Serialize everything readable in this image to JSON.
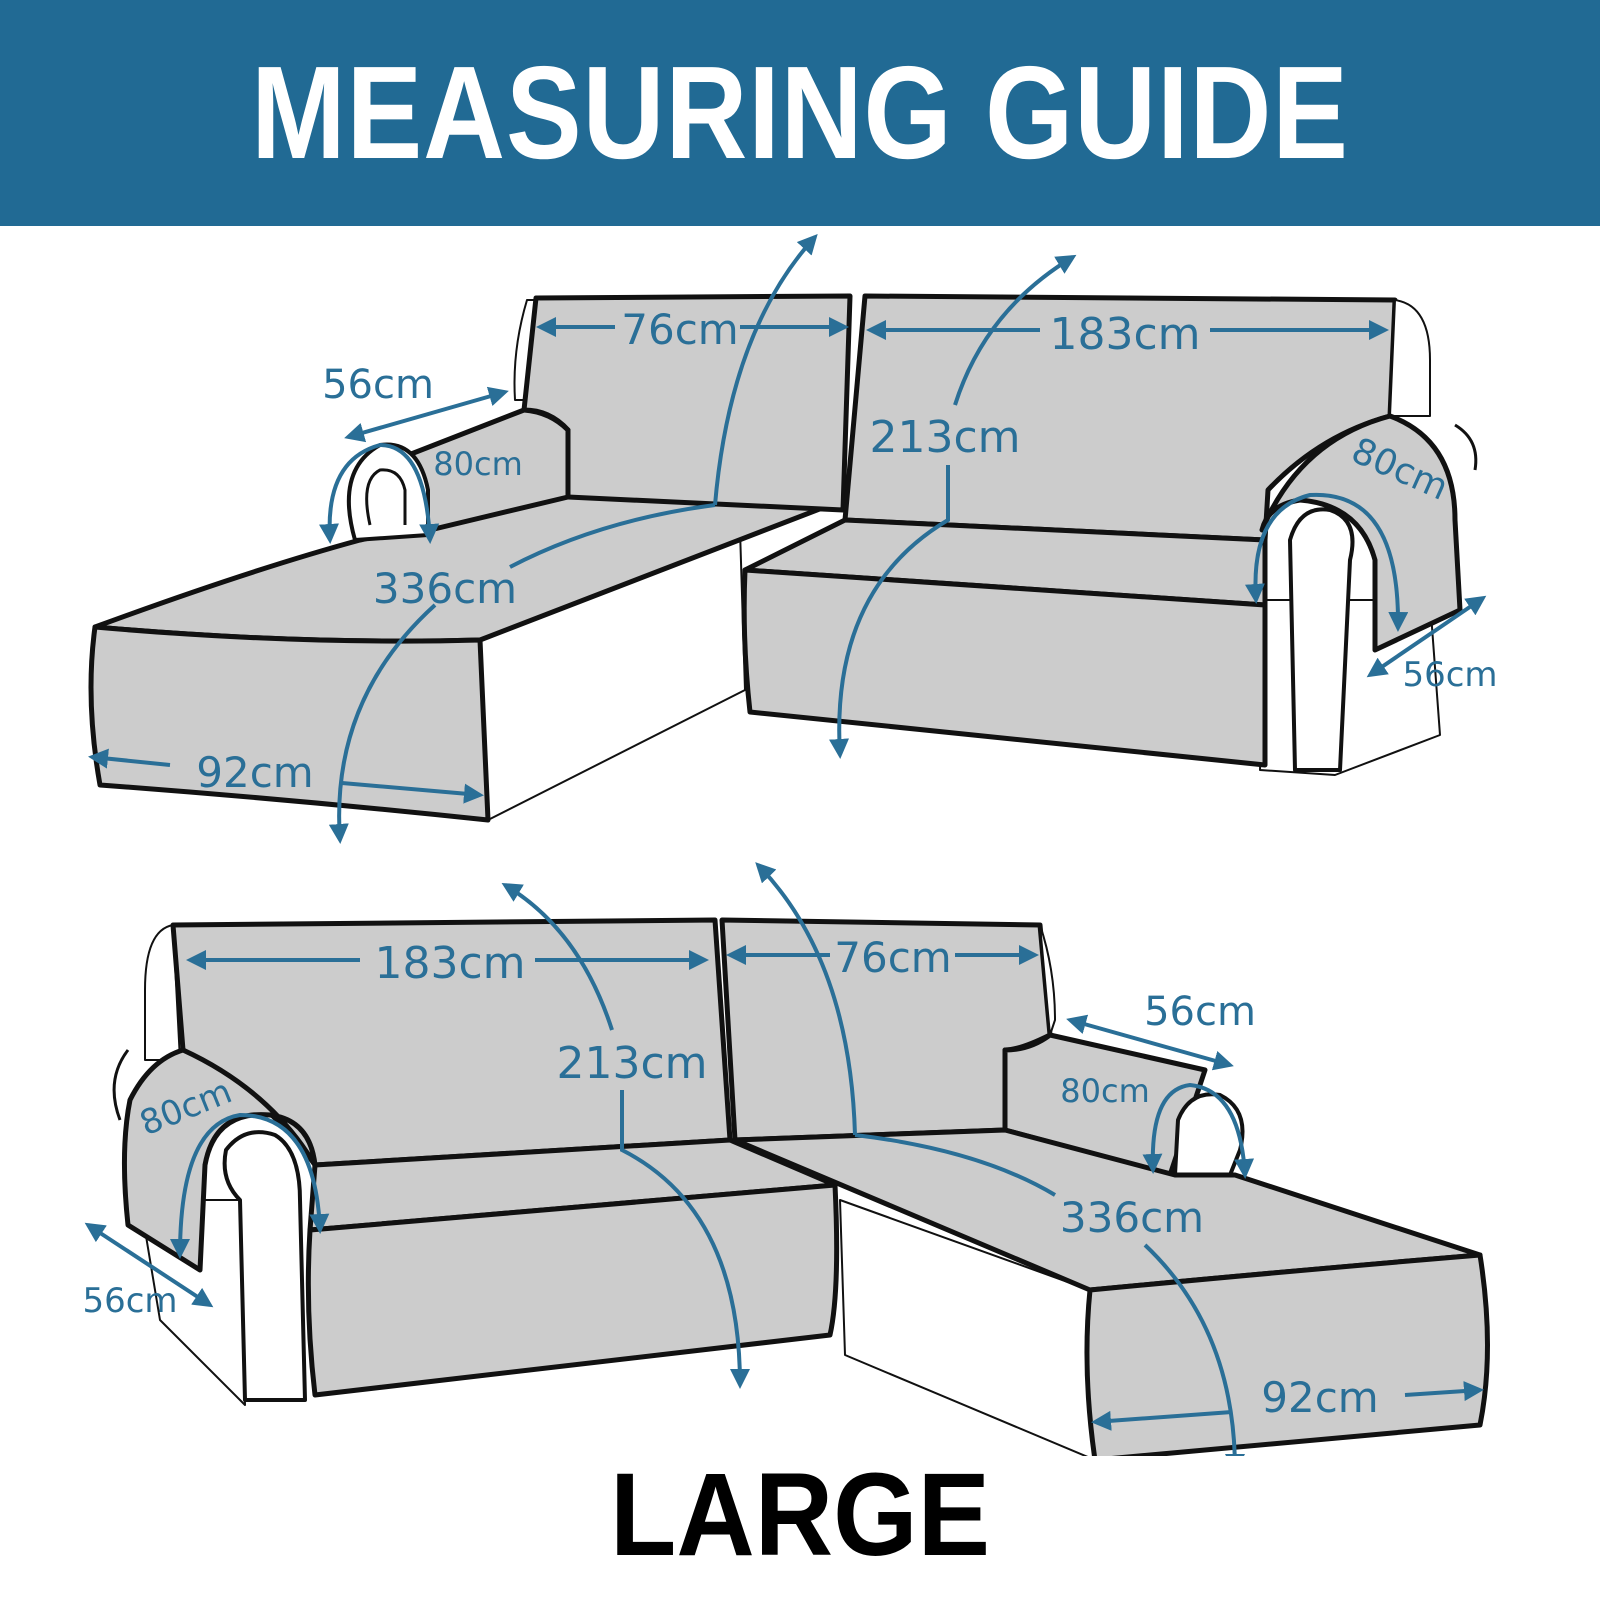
{
  "banner": {
    "title": "MEASURING GUIDE"
  },
  "size_label": "LARGE",
  "colors": {
    "banner": "#216a94",
    "accent": "#2a6f97",
    "cover": "#cccccc",
    "outline": "#111111"
  },
  "top_sofa": {
    "back_left": "76cm",
    "back_right": "183cm",
    "total_depth": "213cm",
    "arm_depth_left": "56cm",
    "arm_over_left": "80cm",
    "arm_over_right": "80cm",
    "arm_depth_right": "56cm",
    "chaise_length": "336cm",
    "chaise_width": "92cm"
  },
  "bottom_sofa": {
    "back_left": "183cm",
    "back_right": "76cm",
    "total_depth": "213cm",
    "arm_over_left": "80cm",
    "arm_depth_left": "56cm",
    "arm_depth_right": "56cm",
    "arm_over_right": "80cm",
    "chaise_length": "336cm",
    "chaise_width": "92cm"
  }
}
